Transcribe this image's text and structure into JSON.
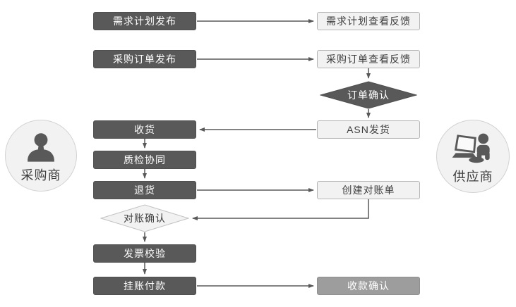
{
  "actors": {
    "buyer": {
      "label": "采购商"
    },
    "supplier": {
      "label": "供应商"
    }
  },
  "nodes": {
    "demand_plan_publish": {
      "label": "需求计划发布"
    },
    "demand_plan_feedback": {
      "label": "需求计划查看反馈"
    },
    "po_publish": {
      "label": "采购订单发布"
    },
    "po_feedback": {
      "label": "采购订单查看反馈"
    },
    "order_confirm": {
      "label": "订单确认"
    },
    "receive_goods": {
      "label": "收货"
    },
    "asn_ship": {
      "label": "ASN发货"
    },
    "quality_collab": {
      "label": "质检协同"
    },
    "return_goods": {
      "label": "退货"
    },
    "create_statement": {
      "label": "创建对账单"
    },
    "statement_confirm": {
      "label": "对账确认"
    },
    "invoice_check": {
      "label": "发票校验"
    },
    "book_payment": {
      "label": "挂账付款"
    },
    "receipt_confirm": {
      "label": "收款确认"
    }
  },
  "colors": {
    "dark_node": "#595959",
    "light_node_fill": "#f2f2f2",
    "light_node_border": "#b5b5b5",
    "medium_node": "#9d9d9d",
    "connector": "#595959",
    "actor_fill": "#f2f2f2",
    "text_on_dark": "#ffffff",
    "text_on_light": "#3d3d3d"
  }
}
